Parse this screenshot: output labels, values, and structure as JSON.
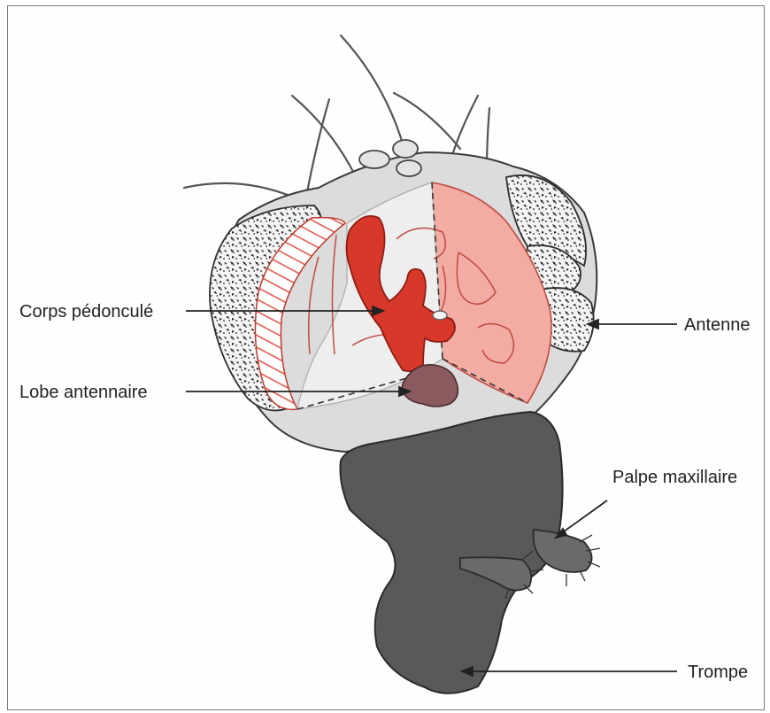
{
  "labels": {
    "corps_pedoncule": "Corps pédonculé",
    "lobe_antennaire": "Lobe antennaire",
    "antenne": "Antenne",
    "palpe_maxillaire": "Palpe maxillaire",
    "trompe": "Trompe"
  },
  "colors": {
    "head_grey": "#dcdcdc",
    "brain_pink": "#f2aca4",
    "mushroom_body_red": "#d8382a",
    "antennal_lobe_brown": "#8a5a5e",
    "proboscis_dark": "#595959",
    "outline": "#3a3a3a"
  },
  "icons": {
    "compound_eye": "stippled-texture",
    "bristles": "curved-lines"
  }
}
